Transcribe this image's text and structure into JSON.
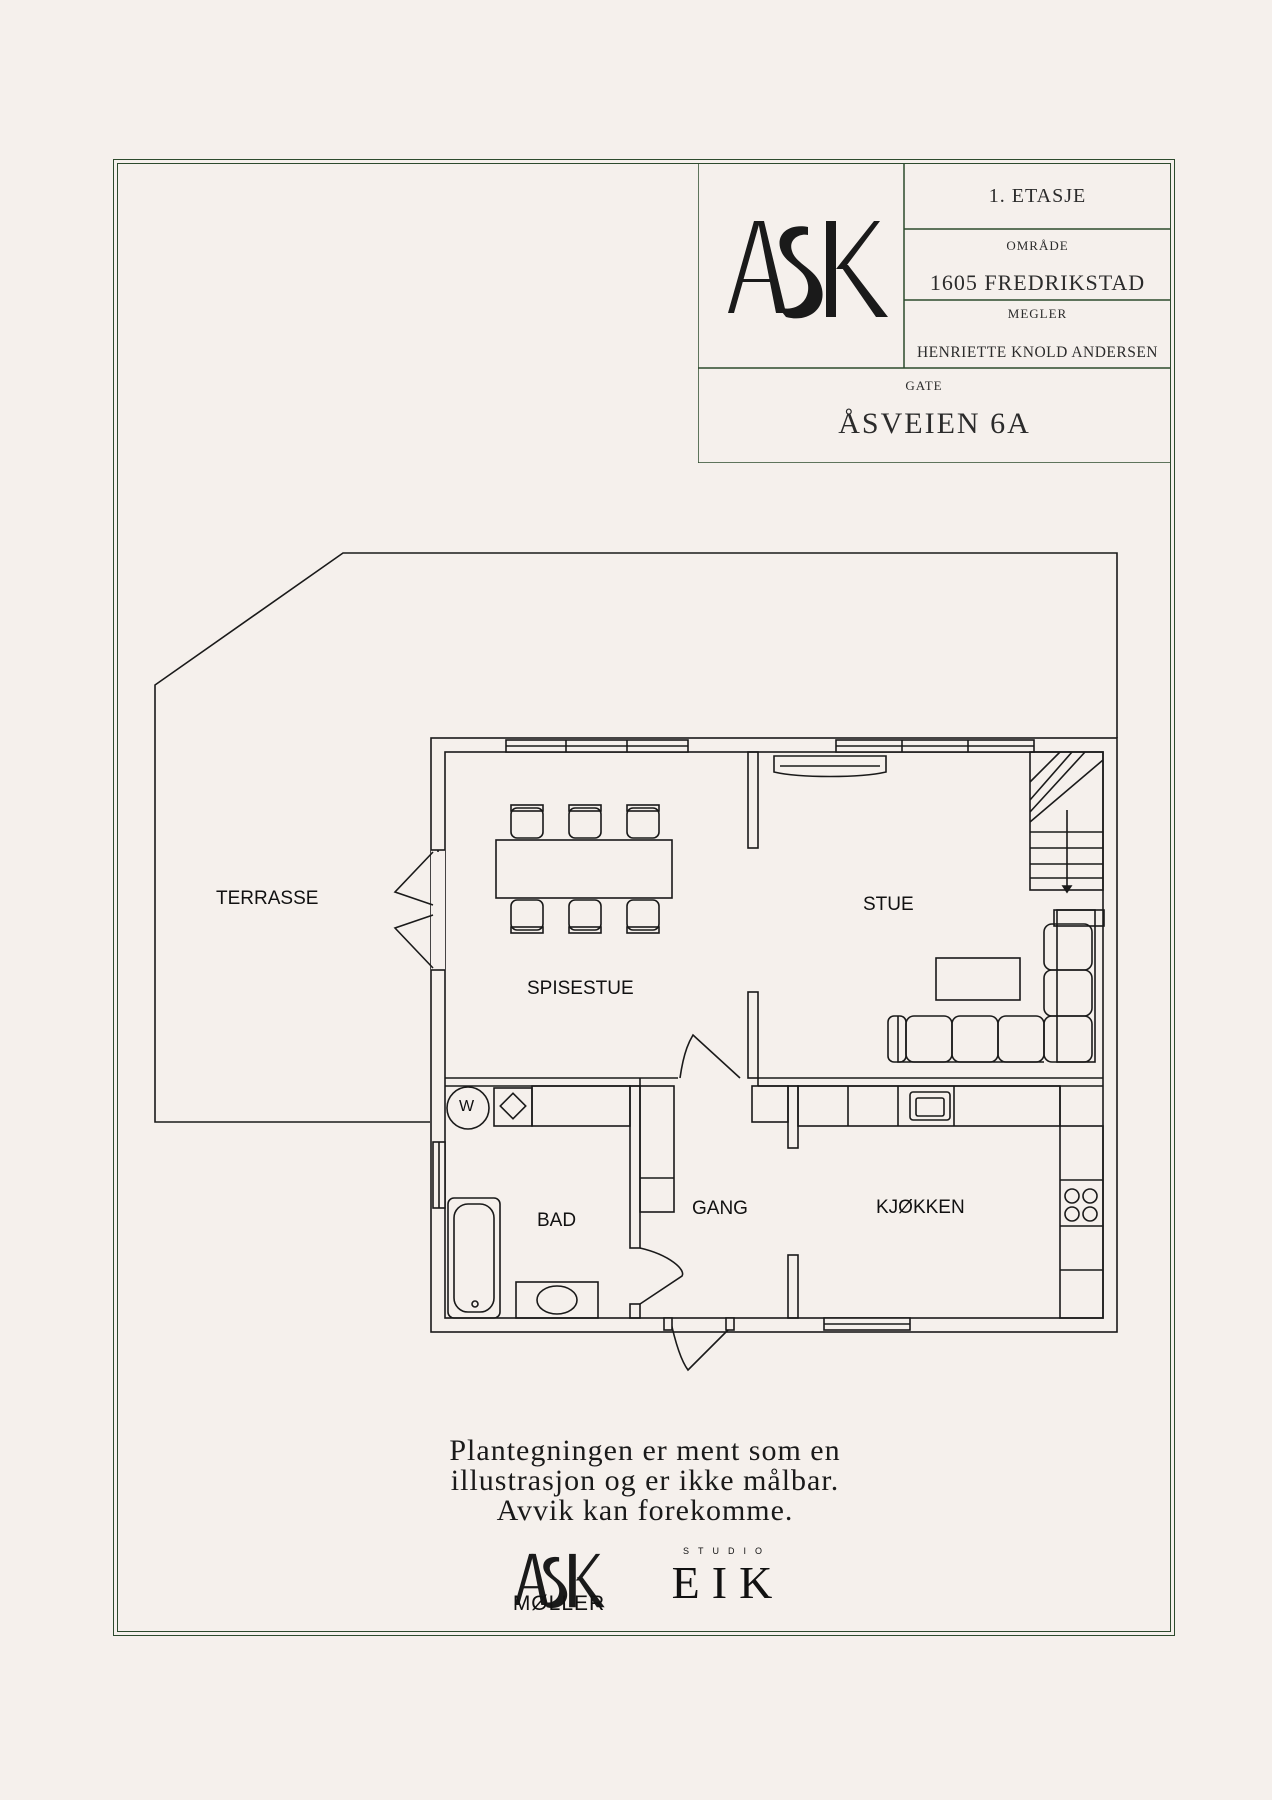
{
  "title_block": {
    "floor": "1. ETASJE",
    "area_label": "OMRÅDE",
    "area_value": "1605 FREDRIKSTAD",
    "broker_label": "MEGLER",
    "broker_value": "HENRIETTE KNOLD ANDERSEN",
    "street_label": "GATE",
    "street_value": "ÅSVEIEN 6A",
    "logo_text": "ASK"
  },
  "rooms": {
    "terrace": "TERRASSE",
    "dining": "SPISESTUE",
    "living": "STUE",
    "bath": "BAD",
    "hall": "GANG",
    "kitchen": "KJØKKEN",
    "washer": "W"
  },
  "disclaimer": {
    "line1": "Plantegningen er ment som en",
    "line2": "illustrasjon og er ikke målbar.",
    "line3": "Avvik kan forekomme."
  },
  "footer": {
    "ask_logo": "ASK",
    "moller": "MØLLER",
    "studio": "STUDIO",
    "eik": "EIK"
  },
  "colors": {
    "background": "#f5f0ec",
    "frame": "#2d4a2d",
    "lines": "#1a1a1a"
  }
}
